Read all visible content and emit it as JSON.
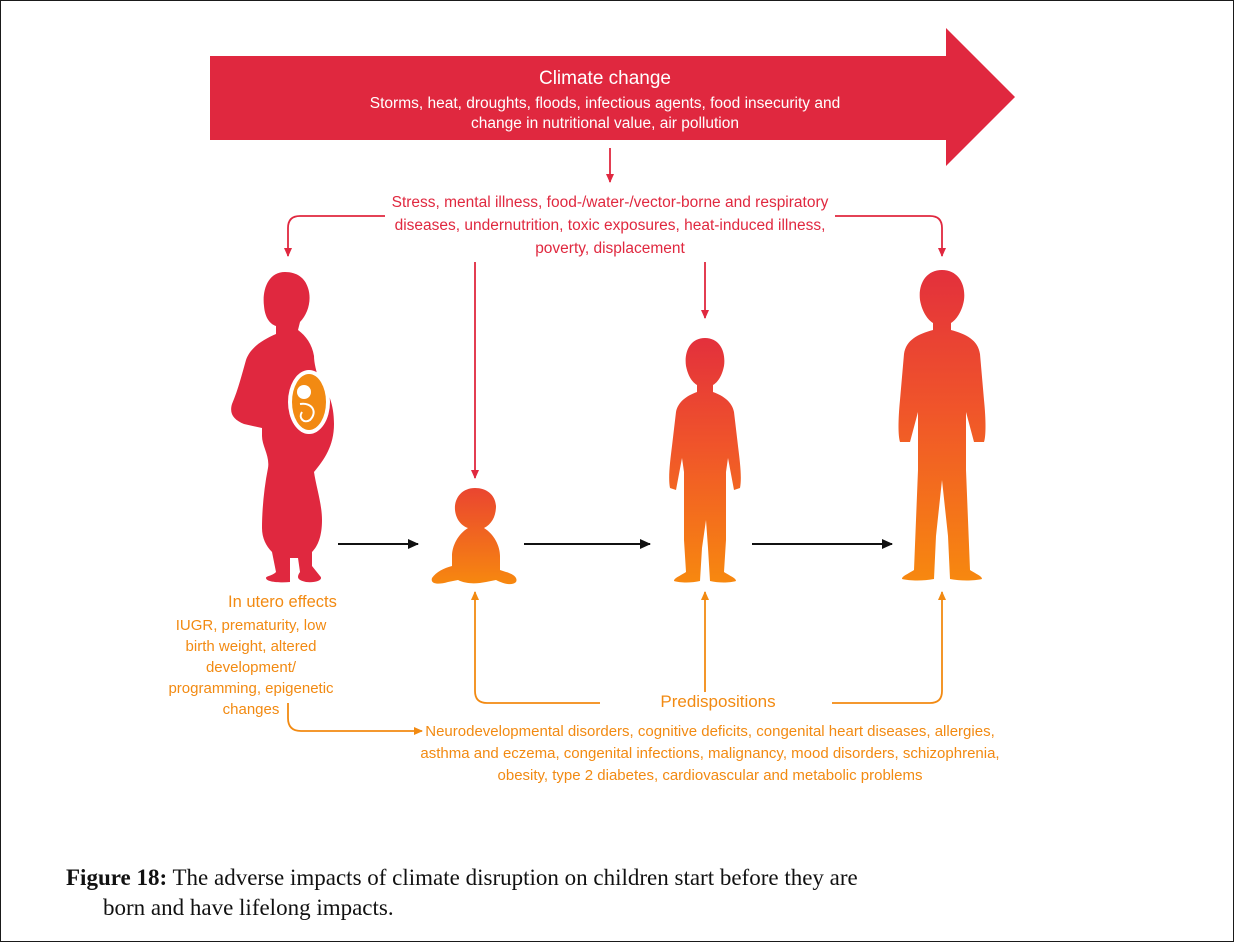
{
  "arrow": {
    "title": "Climate change",
    "text": "Storms, heat, droughts, floods, infectious agents, food insecurity and change in nutritional value, air pollution"
  },
  "exposures": {
    "text": "Stress, mental illness, food-/water-/vector-borne and respiratory diseases, undernutrition, toxic exposures, heat-induced illness, poverty, displacement"
  },
  "in_utero": {
    "title": "In utero effects",
    "text": "IUGR, prematurity, low birth weight, altered development/ programming, epigenetic changes"
  },
  "predispositions": {
    "title": "Predispositions",
    "text": "Neurodevelopmental disorders, cognitive deficits, congenital heart diseases, allergies, asthma and eczema, congenital infections, malignancy, mood disorders, schizophrenia, obesity, type 2 diabetes, cardiovascular and metabolic problems"
  },
  "caption": {
    "label": "Figure 18:",
    "line1": " The adverse impacts of climate disruption on children start before they are",
    "line2": "born and have lifelong impacts."
  },
  "colors": {
    "red": "#e0283f",
    "orange": "#f28a12",
    "black": "#111111"
  }
}
